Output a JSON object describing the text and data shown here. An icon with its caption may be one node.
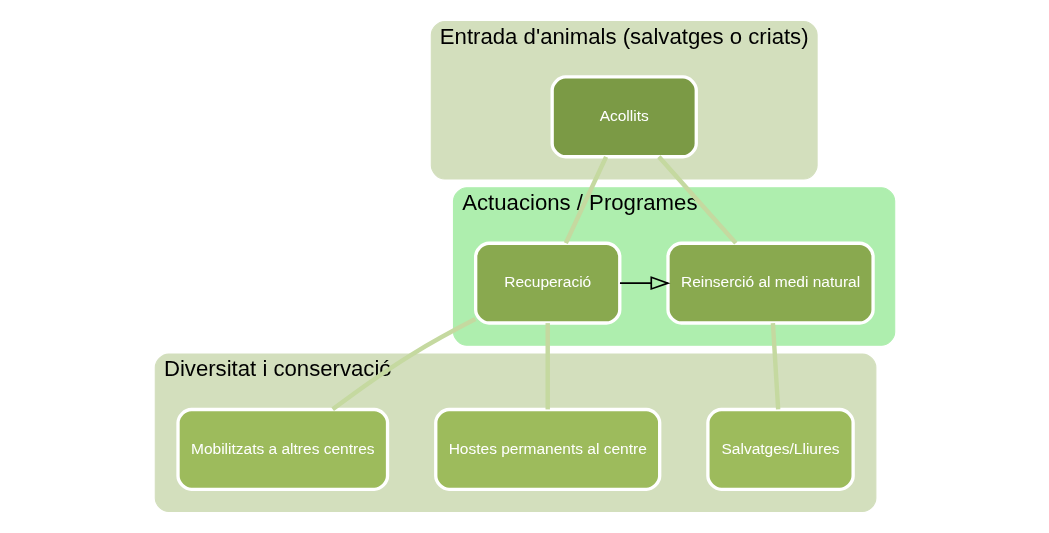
{
  "diagram": {
    "nodes": [
      {
        "text": [
          "Entrada d'animals (salvatges o criats)"
        ]
      },
      {
        "text": [
          "Acollits"
        ],
        "in": 0
      },
      {
        "text": [
          "Actuacions / Programes"
        ]
      },
      {
        "text": [
          "Recuperació"
        ],
        "in": 2
      },
      {
        "text": [
          "Reinserció al medi natural"
        ],
        "in": 2
      },
      {
        "text": [
          "Diversitat i conservació"
        ]
      },
      {
        "text": [
          "Hostes permanents al centre"
        ],
        "in": 5
      },
      {
        "text": [
          "Mobilitzats a altres centres"
        ],
        "in": 5
      },
      {
        "text": [
          "Salvatges/Lliures"
        ],
        "in": 5
      }
    ],
    "edges": [
      {
        "from": 1,
        "to": 3,
        "arrow": "none"
      },
      {
        "from": 1,
        "to": 4,
        "arrow": "none"
      },
      {
        "from": 3,
        "to": 4,
        "arrow": "to",
        "color": "#000000"
      },
      {
        "from": 3,
        "to": 6,
        "arrow": "none"
      },
      {
        "from": 3,
        "to": 7,
        "arrow": "none"
      },
      {
        "from": 4,
        "to": 8,
        "arrow": "none"
      }
    ]
  }
}
